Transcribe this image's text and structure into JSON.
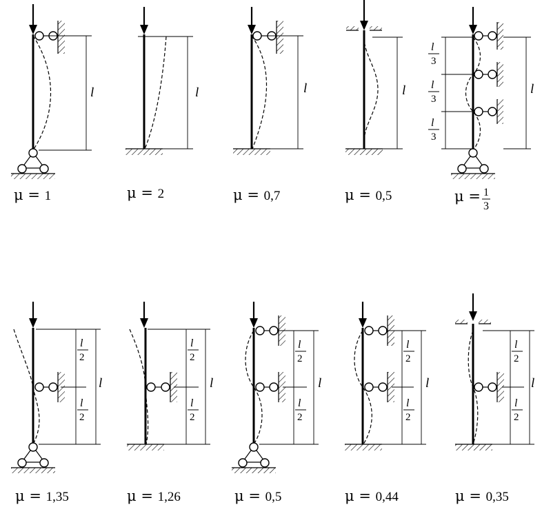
{
  "length_symbol": "l",
  "third_label": {
    "numerator": "l",
    "denominator": "3"
  },
  "half_label": {
    "numerator": "l",
    "denominator": "2"
  },
  "cases": [
    {
      "id": "a",
      "mu_prefix": "μ = ",
      "mu_value": "1"
    },
    {
      "id": "b",
      "mu_prefix": "μ = ",
      "mu_value": "2"
    },
    {
      "id": "c",
      "mu_prefix": "μ = ",
      "mu_value": "0,7"
    },
    {
      "id": "d",
      "mu_prefix": "μ = ",
      "mu_value": "0,5"
    },
    {
      "id": "e",
      "mu_prefix": "μ = ",
      "mu_num": "1",
      "mu_den": "3"
    },
    {
      "id": "f",
      "mu_prefix": "μ = ",
      "mu_value": "1,35"
    },
    {
      "id": "g",
      "mu_prefix": "μ = ",
      "mu_value": "1,26"
    },
    {
      "id": "h",
      "mu_prefix": "μ = ",
      "mu_value": "0,5"
    },
    {
      "id": "i",
      "mu_prefix": "μ = ",
      "mu_value": "0,44"
    },
    {
      "id": "j",
      "mu_prefix": "μ = ",
      "mu_value": "0,35"
    }
  ]
}
